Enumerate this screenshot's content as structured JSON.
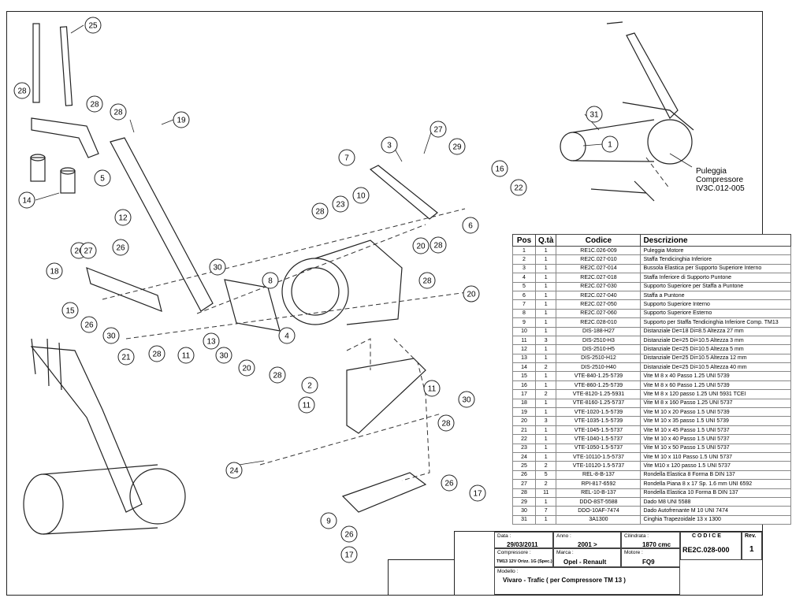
{
  "callouts": [
    "25",
    "28",
    "28",
    "19",
    "28",
    "27",
    "3",
    "29",
    "5",
    "14",
    "7",
    "26",
    "16",
    "10",
    "22",
    "23",
    "28",
    "6",
    "12",
    "30",
    "8",
    "26",
    "27",
    "18",
    "15",
    "26",
    "30",
    "21",
    "28",
    "11",
    "13",
    "30",
    "4",
    "20",
    "28",
    "20",
    "28",
    "20",
    "28",
    "2",
    "11",
    "11",
    "30",
    "28",
    "24",
    "26",
    "17",
    "9",
    "26",
    "17",
    "31",
    "1"
  ],
  "pulley_note": {
    "line1": "Puleggia",
    "line2": "Compressore",
    "line3": "IV3C.012-005"
  },
  "table": {
    "headers": {
      "pos": "Pos",
      "qty": "Q.tà",
      "code": "Codice",
      "desc": "Descrizione"
    },
    "rows": [
      {
        "pos": "1",
        "qty": "1",
        "code": "RE1C.026-009",
        "desc": "Puleggia Motore"
      },
      {
        "pos": "2",
        "qty": "1",
        "code": "RE2C.027-010",
        "desc": "Staffa Tendicinghia Inferiore"
      },
      {
        "pos": "3",
        "qty": "1",
        "code": "RE2C.027-014",
        "desc": "Bussola Elastica per Supporto Superiore Interno"
      },
      {
        "pos": "4",
        "qty": "1",
        "code": "RE2C.027-018",
        "desc": "Staffa Inferiore di Supporto Puntone"
      },
      {
        "pos": "5",
        "qty": "1",
        "code": "RE2C.027-030",
        "desc": "Supporto Superiore per Staffa a Puntone"
      },
      {
        "pos": "6",
        "qty": "1",
        "code": "RE2C.027-040",
        "desc": "Staffa a Puntone"
      },
      {
        "pos": "7",
        "qty": "1",
        "code": "RE2C.027-050",
        "desc": "Supporto Superiore Interno"
      },
      {
        "pos": "8",
        "qty": "1",
        "code": "RE2C.027-060",
        "desc": "Supporto Superiore Esterno"
      },
      {
        "pos": "9",
        "qty": "1",
        "code": "RE2C.028-010",
        "desc": "Supporto per Staffa Tendicinghia Inferiore Comp. TM13"
      },
      {
        "pos": "10",
        "qty": "1",
        "code": "DIS-188-H27",
        "desc": "Distanziale De=18 Di=8.5 Altezza 27 mm"
      },
      {
        "pos": "11",
        "qty": "3",
        "code": "DIS-2510-H3",
        "desc": "Distanziale De=25 Di=10.5 Altezza 3 mm"
      },
      {
        "pos": "12",
        "qty": "1",
        "code": "DIS-2510-H5",
        "desc": "Distanziale De=25 Di=10.5 Altezza 5 mm"
      },
      {
        "pos": "13",
        "qty": "1",
        "code": "DIS-2510-H12",
        "desc": "Distanziale De=25 Di=10.5 Altezza 12 mm"
      },
      {
        "pos": "14",
        "qty": "2",
        "code": "DIS-2510-H40",
        "desc": "Distanziale De=25 Di=10.5 Altezza 40 mm"
      },
      {
        "pos": "15",
        "qty": "1",
        "code": "VTE-840-1.25-5739",
        "desc": "Vite M 8 x 40 Passo 1.25 UNI 5739"
      },
      {
        "pos": "16",
        "qty": "1",
        "code": "VTE-860-1.25-5739",
        "desc": "Vite M 8 x 60 Passo 1.25 UNI 5739"
      },
      {
        "pos": "17",
        "qty": "2",
        "code": "VTE-8120-1.25-5931",
        "desc": "Vite M 8 x 120 passo 1.25 UNI 5931 TCEI"
      },
      {
        "pos": "18",
        "qty": "1",
        "code": "VTE-8160-1.25-5737",
        "desc": "Vite M 8 x 160 Passo 1.25 UNI 5737"
      },
      {
        "pos": "19",
        "qty": "1",
        "code": "VTE-1020-1.5-5739",
        "desc": "Vite M 10 x 20 Passo 1.5 UNI 5739"
      },
      {
        "pos": "20",
        "qty": "3",
        "code": "VTE-1035-1.5-5739",
        "desc": "Vite M 10 x 35 passo 1.5 UNI 5739"
      },
      {
        "pos": "21",
        "qty": "1",
        "code": "VTE-1045-1.5-5737",
        "desc": "Vite M 10 x 45 Passo 1.5 UNI 5737"
      },
      {
        "pos": "22",
        "qty": "1",
        "code": "VTE-1040-1.5-5737",
        "desc": "Vite M 10 x 40 Passo 1.5 UNI 5737"
      },
      {
        "pos": "23",
        "qty": "1",
        "code": "VTE-1050-1.5-5737",
        "desc": "Vite M 10 x 50 Passo 1.5 UNI 5737"
      },
      {
        "pos": "24",
        "qty": "1",
        "code": "VTE-10110-1.5-5737",
        "desc": "Vite M 10 x 110 Passo 1.5 UNI 5737"
      },
      {
        "pos": "25",
        "qty": "2",
        "code": "VTE-10120-1.5-5737",
        "desc": "Vite M10 x 120 passo 1.5 UNI 5737"
      },
      {
        "pos": "26",
        "qty": "5",
        "code": "REL-8-B-137",
        "desc": "Rondella Elastica 8 Forma B DIN 137"
      },
      {
        "pos": "27",
        "qty": "2",
        "code": "RPI-817-6592",
        "desc": "Rondella Piana 8 x 17 Sp. 1.6 mm UNI 6592"
      },
      {
        "pos": "28",
        "qty": "11",
        "code": "REL-10-B-137",
        "desc": "Rondella Elastica 10 Forma B DIN 137"
      },
      {
        "pos": "29",
        "qty": "1",
        "code": "DDO-8ST-5588",
        "desc": "Dado M8 UNI 5588"
      },
      {
        "pos": "30",
        "qty": "7",
        "code": "DDO-10AF-7474",
        "desc": "Dado Autofrenante M 10 UNI 7474"
      },
      {
        "pos": "31",
        "qty": "1",
        "code": "3A1300",
        "desc": "Cinghia Trapezoidale 13 x 1300"
      }
    ]
  },
  "title_block": {
    "data_label": "Data :",
    "data_value": "29/03/2011",
    "anno_label": "Anno :",
    "anno_value": "2001 >",
    "cilindrata_label": "Cilindrata :",
    "cilindrata_value": "1870 cmc",
    "codice_label": "C O D I C E",
    "codice_value": "RE2C.028-000",
    "rev_label": "Rev.",
    "rev_value": "1",
    "compressore_label": "Compressore :",
    "compressore_value": "TM13 12V Orizz. 1G (Spec.)",
    "marca_label": "Marca :",
    "marca_value": "Opel - Renault",
    "motore_label": "Motore :",
    "motore_value": "FQ9",
    "modello_label": "Modello :",
    "modello_value": "Vivaro - Trafic ( per Compressore TM 13 )"
  }
}
